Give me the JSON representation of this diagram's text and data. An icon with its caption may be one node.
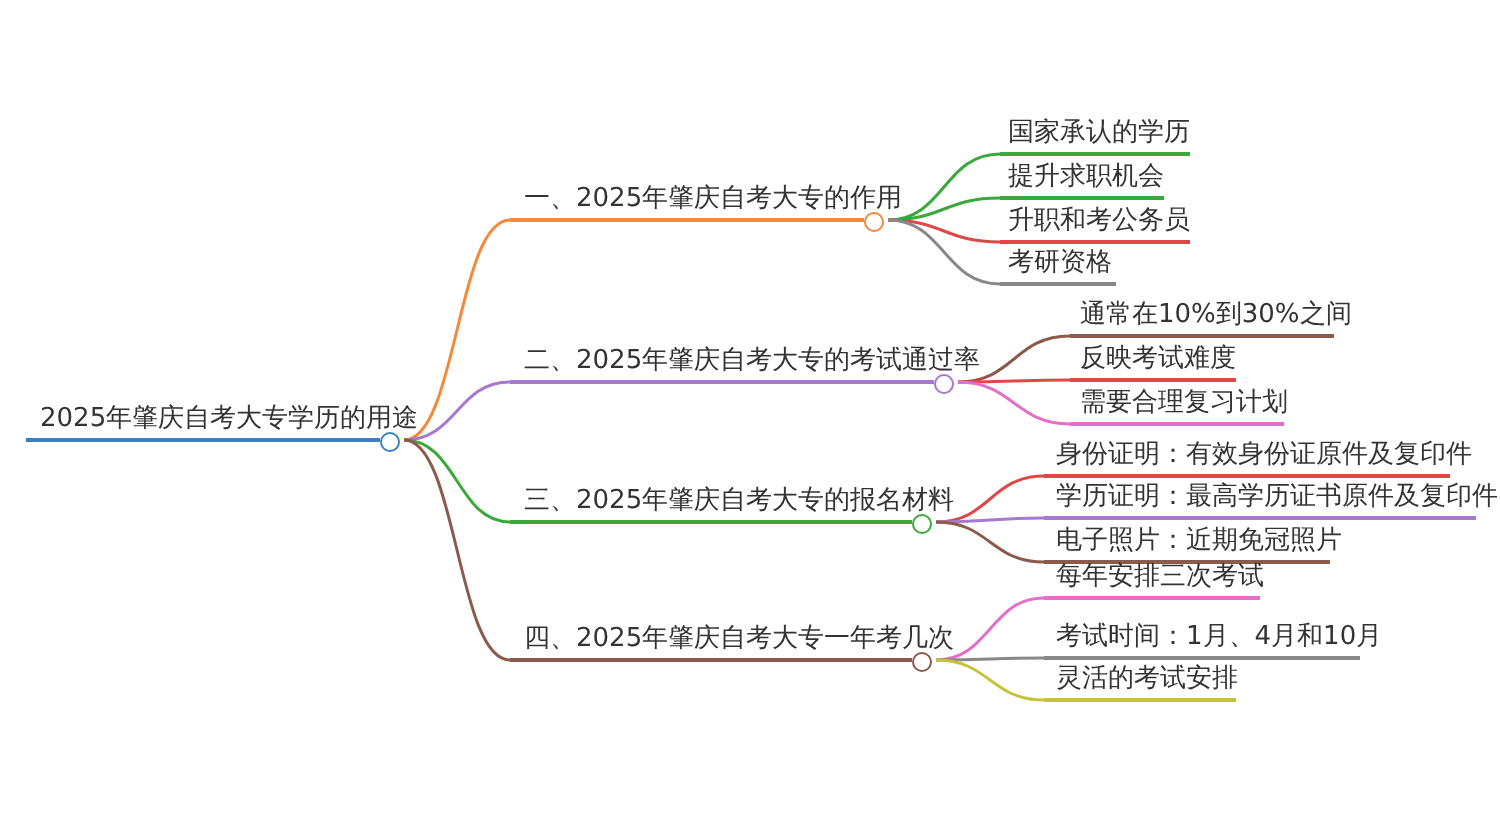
{
  "diagram": {
    "nodes": [
      {
        "text": [
          "2025年肇庆自考大专学历的用途"
        ]
      },
      {
        "text": [
          "一、2025年肇庆自考大专的作用"
        ]
      },
      {
        "text": [
          "国家承认的学历"
        ]
      },
      {
        "text": [
          "提升求职机会"
        ]
      },
      {
        "text": [
          "升职和考公务员"
        ]
      },
      {
        "text": [
          "考研资格"
        ]
      },
      {
        "text": [
          "二、2025年肇庆自考大专的考试通过率"
        ]
      },
      {
        "text": [
          "通常在10%到30%之间"
        ]
      },
      {
        "text": [
          "反映考试难度"
        ]
      },
      {
        "text": [
          "需要合理复习计划"
        ]
      },
      {
        "text": [
          "三、2025年肇庆自考大专的报名材料"
        ]
      },
      {
        "text": [
          "身份证明：有效身份证原件及复印件"
        ]
      },
      {
        "text": [
          "学历证明：最高学历证书原件及复印件"
        ]
      },
      {
        "text": [
          "电子照片：近期免冠照片"
        ]
      },
      {
        "text": [
          "四、2025年肇庆自考大专一年考几次"
        ]
      },
      {
        "text": [
          "每年安排三次考试"
        ]
      },
      {
        "text": [
          "考试时间：1月、4月和10月"
        ]
      },
      {
        "text": [
          "灵活的考试安排"
        ]
      }
    ],
    "edges": [
      {
        "from": 0,
        "to": 1,
        "arrow": "none",
        "color": "#f5883a"
      },
      {
        "from": 1,
        "to": 2,
        "arrow": "none",
        "color": "#3aa83a"
      },
      {
        "from": 1,
        "to": 3,
        "arrow": "none",
        "color": "#3aa83a"
      },
      {
        "from": 1,
        "to": 4,
        "arrow": "none",
        "color": "#e04848"
      },
      {
        "from": 1,
        "to": 5,
        "arrow": "none",
        "color": "#888888"
      },
      {
        "from": 0,
        "to": 6,
        "arrow": "none",
        "color": "#a678d0"
      },
      {
        "from": 6,
        "to": 7,
        "arrow": "none",
        "color": "#8b5a4a"
      },
      {
        "from": 6,
        "to": 8,
        "arrow": "none",
        "color": "#e04848"
      },
      {
        "from": 6,
        "to": 9,
        "arrow": "none",
        "color": "#e56fc8"
      },
      {
        "from": 0,
        "to": 10,
        "arrow": "none",
        "color": "#3aa83a"
      },
      {
        "from": 10,
        "to": 11,
        "arrow": "none",
        "color": "#e04848"
      },
      {
        "from": 10,
        "to": 12,
        "arrow": "none",
        "color": "#a678d0"
      },
      {
        "from": 10,
        "to": 13,
        "arrow": "none",
        "color": "#8b5a4a"
      },
      {
        "from": 0,
        "to": 14,
        "arrow": "none",
        "color": "#8b5a4a"
      },
      {
        "from": 14,
        "to": 15,
        "arrow": "none",
        "color": "#e56fc8"
      },
      {
        "from": 14,
        "to": 16,
        "arrow": "none",
        "color": "#888888"
      },
      {
        "from": 14,
        "to": 17,
        "arrow": "none",
        "color": "#c4c43a"
      }
    ]
  }
}
